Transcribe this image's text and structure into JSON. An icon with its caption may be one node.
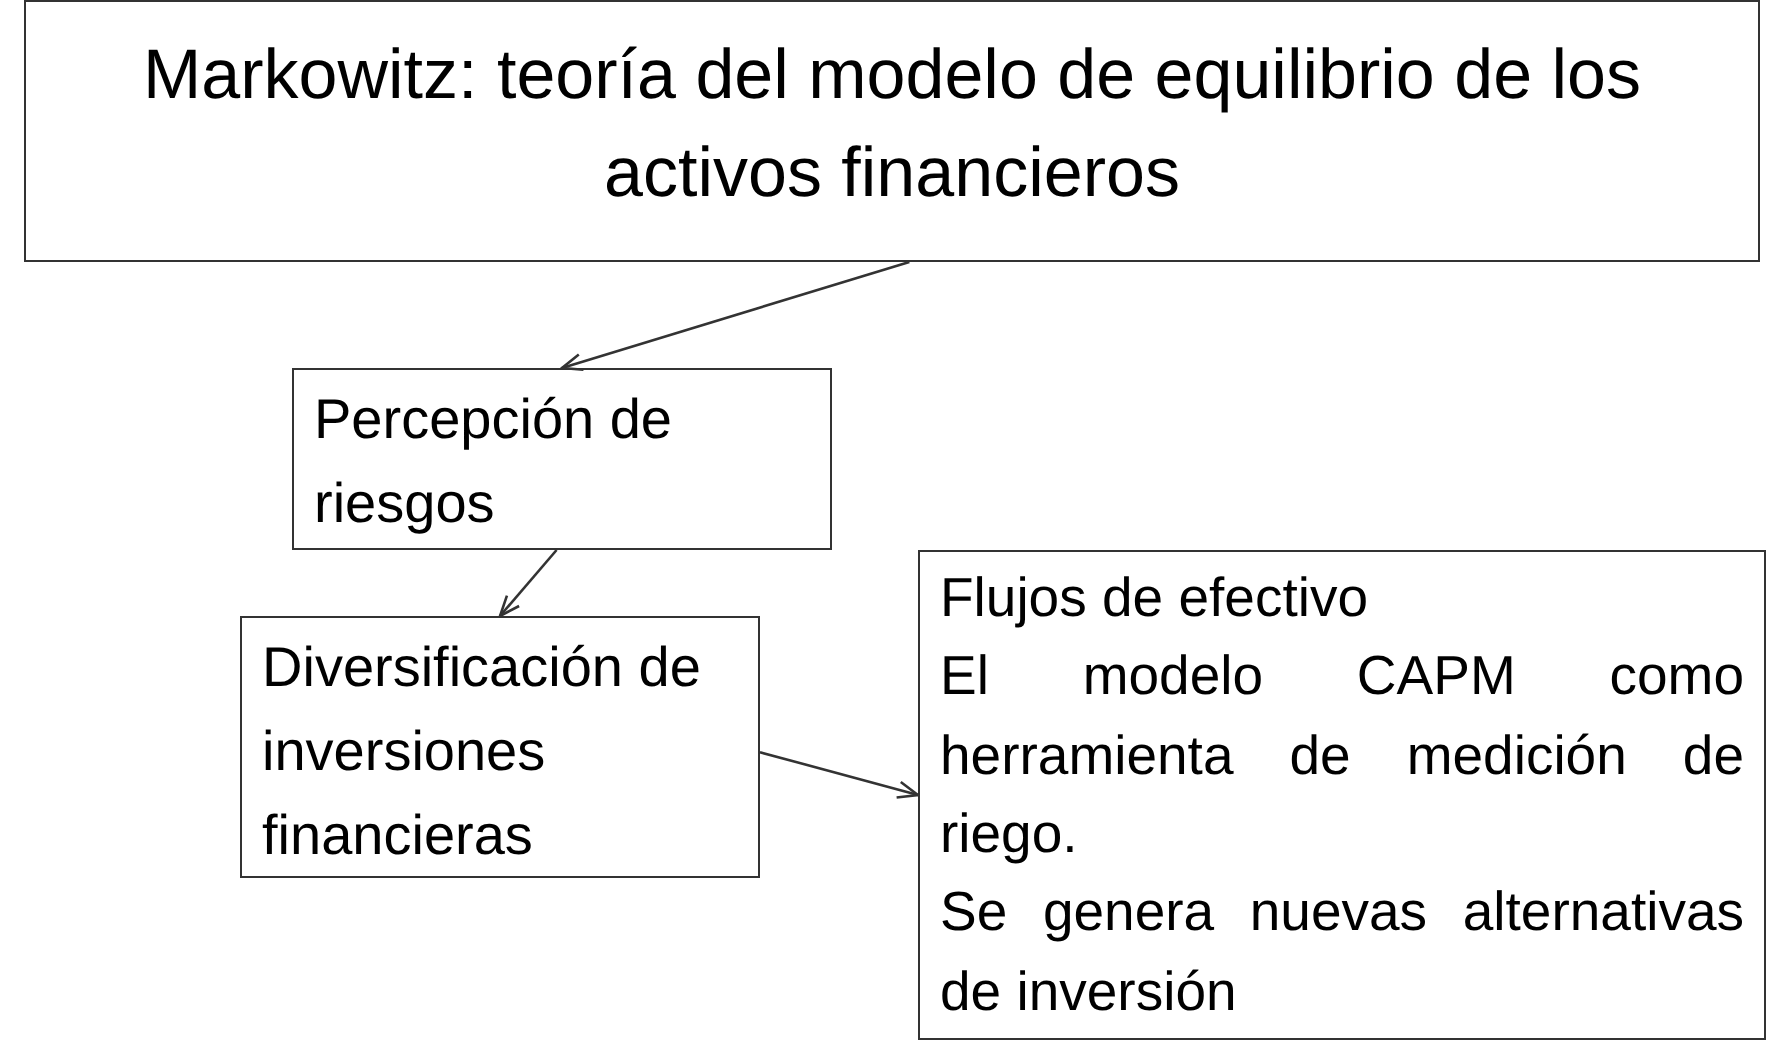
{
  "diagram": {
    "nodes": [
      {
        "text": [
          "Markowitz: teoría del modelo de equilibrio de los activos financieros"
        ]
      },
      {
        "text": [
          "Percepción de riesgos"
        ]
      },
      {
        "text": [
          "Diversificación de inversiones financieras"
        ]
      },
      {
        "text": [
          "Flujos de efectivo",
          "El modelo CAPM como herramienta de medición de riego.",
          "Se genera nuevas alternativas de inversión"
        ]
      }
    ],
    "edges": [
      {
        "from": 0,
        "to": 1,
        "arrow": "to"
      },
      {
        "from": 1,
        "to": 2,
        "arrow": "to"
      },
      {
        "from": 2,
        "to": 3,
        "arrow": "to"
      }
    ]
  }
}
